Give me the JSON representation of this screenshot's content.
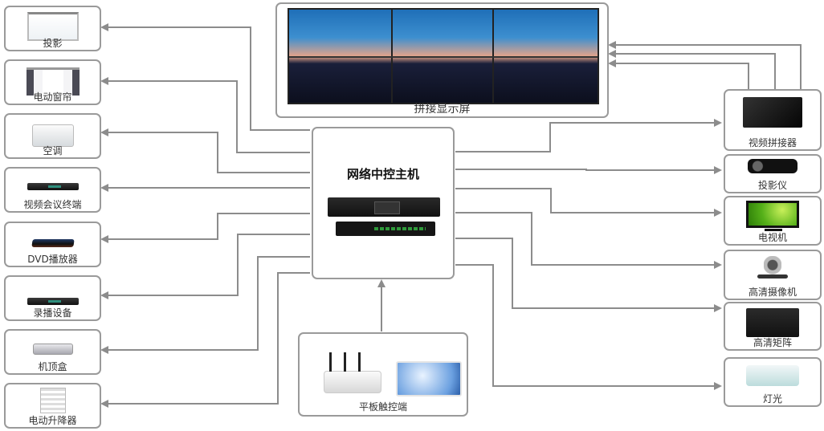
{
  "diagram": {
    "title": "网络中控主机",
    "central_node": {
      "label": "网络中控主机"
    },
    "display_wall": {
      "label": "拼接显示屏"
    },
    "control_terminal": {
      "label": "平板触控端"
    },
    "left_devices": [
      {
        "label": "投影",
        "icon": "projection-screen-icon"
      },
      {
        "label": "电动窗帘",
        "icon": "curtain-icon"
      },
      {
        "label": "空调",
        "icon": "air-conditioner-icon"
      },
      {
        "label": "视频会议终端",
        "icon": "video-conference-terminal-icon"
      },
      {
        "label": "DVD播放器",
        "icon": "dvd-player-icon"
      },
      {
        "label": "录播设备",
        "icon": "recording-device-icon"
      },
      {
        "label": "机顶盒",
        "icon": "set-top-box-icon"
      },
      {
        "label": "电动升降器",
        "icon": "electric-lift-icon"
      }
    ],
    "right_devices": [
      {
        "label": "视频拼接器",
        "icon": "video-splicer-icon"
      },
      {
        "label": "投影仪",
        "icon": "projector-icon"
      },
      {
        "label": "电视机",
        "icon": "tv-icon"
      },
      {
        "label": "高清摄像机",
        "icon": "hd-camera-icon"
      },
      {
        "label": "高清矩阵",
        "icon": "hd-matrix-icon"
      },
      {
        "label": "灯光",
        "icon": "light-icon"
      }
    ],
    "colors": {
      "line": "#8c8c8c",
      "border": "#9a9a9a",
      "background": "#ffffff"
    }
  }
}
